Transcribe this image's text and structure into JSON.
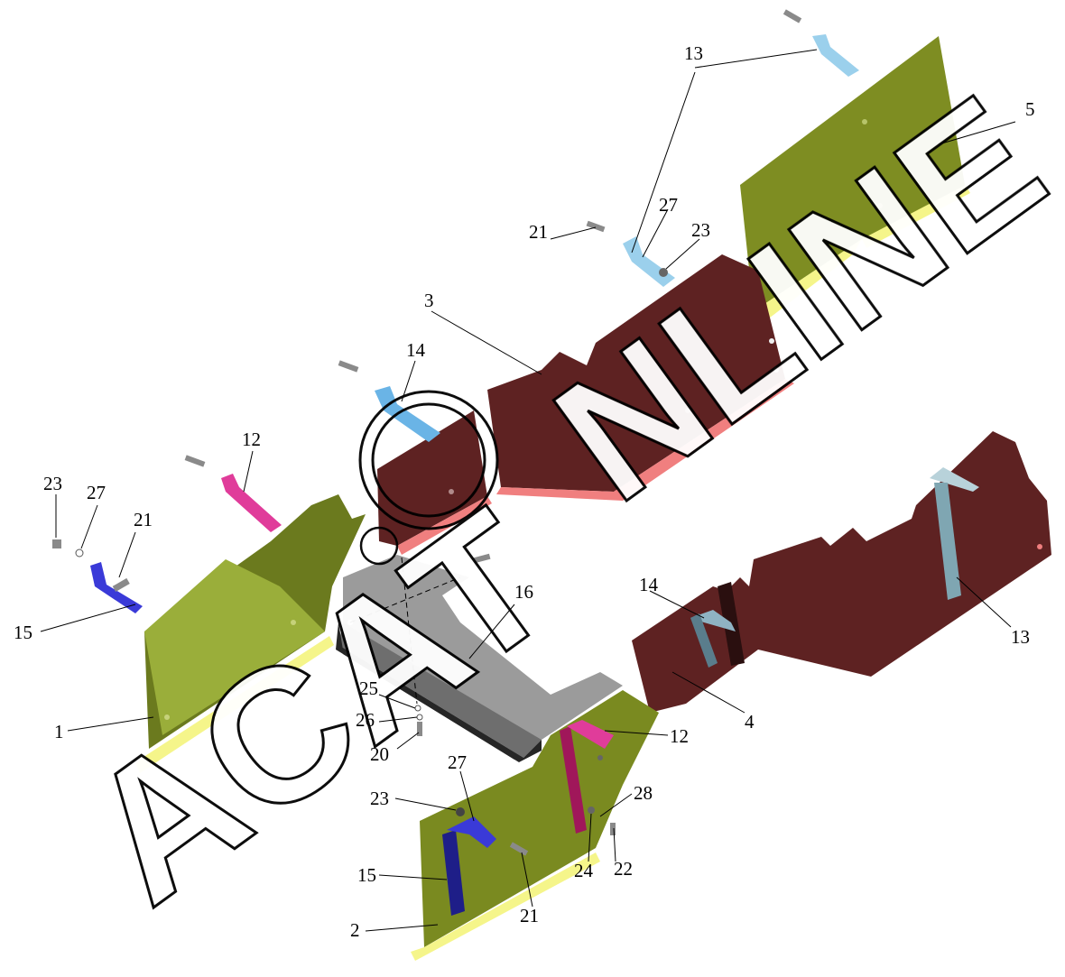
{
  "watermark": {
    "left_text": "ACAT",
    "right_text": "NLINE"
  },
  "colors": {
    "yellow_green_panel": "#6b7a1e",
    "light_green_panel": "#9aae3a",
    "yellow_strip": "#f5f58a",
    "maroon_panel": "#5e2222",
    "salmon_edge": "#f07f7f",
    "grey_beam": "#9b9b9b",
    "dark_beam": "#262626",
    "bracket_blue": "#3a3ad8",
    "bracket_pink": "#e03c9a",
    "bracket_lightblue": "#6ab4e6",
    "bracket_steel": "#7fa6b2",
    "bracket_magenta": "#a0175a",
    "bracket_navy": "#1e1e88"
  },
  "labels": {
    "l23a": "23",
    "l27a": "27",
    "l21a": "21",
    "l15a": "15",
    "l1": "1",
    "l12a": "12",
    "l14a": "14",
    "l3": "3",
    "l21b": "21",
    "l27b": "27",
    "l23b": "23",
    "l13a": "13",
    "l5": "5",
    "l16": "16",
    "l14b": "14",
    "l13b": "13",
    "l4": "4",
    "l12b": "12",
    "l25": "25",
    "l26": "26",
    "l20": "20",
    "l27c": "27",
    "l23c": "23",
    "l28": "28",
    "l15b": "15",
    "l24": "24",
    "l22": "22",
    "l21c": "21",
    "l2": "2"
  }
}
